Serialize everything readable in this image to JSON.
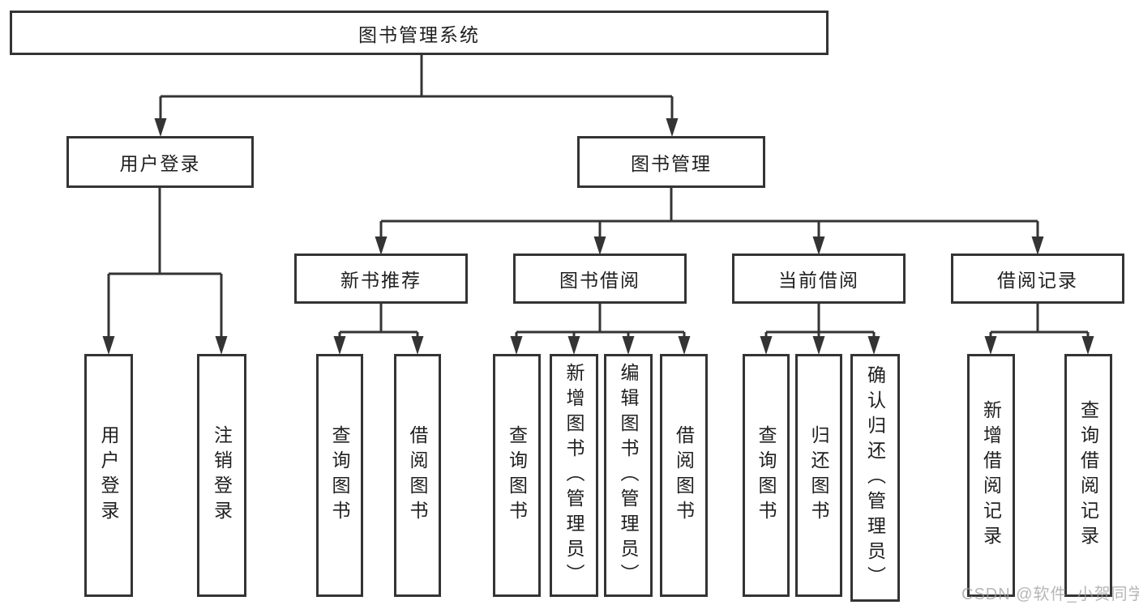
{
  "diagram": {
    "root": {
      "label": "图书管理系统"
    },
    "branches": [
      {
        "label": "用户登录",
        "children": [
          {
            "label": "用户登录"
          },
          {
            "label": "注销登录"
          }
        ]
      },
      {
        "label": "图书管理",
        "children": [
          {
            "label": "新书推荐",
            "children": [
              {
                "label": "查询图书"
              },
              {
                "label": "借阅图书"
              }
            ]
          },
          {
            "label": "图书借阅",
            "children": [
              {
                "label": "查询图书"
              },
              {
                "label": "新增图书（管理员）"
              },
              {
                "label": "编辑图书（管理员）"
              },
              {
                "label": "借阅图书"
              }
            ]
          },
          {
            "label": "当前借阅",
            "children": [
              {
                "label": "查询图书"
              },
              {
                "label": "归还图书"
              },
              {
                "label": "确认归还（管理员）"
              }
            ]
          },
          {
            "label": "借阅记录",
            "children": [
              {
                "label": "新增借阅记录"
              },
              {
                "label": "查询借阅记录"
              }
            ]
          }
        ]
      }
    ]
  },
  "watermark": "CSDN @软件_小贺同学",
  "colors": {
    "line": "#343434",
    "node_border": "#343434",
    "text": "#1f1f1f",
    "watermark": "#9e9e9e",
    "background": "#ffffff"
  }
}
